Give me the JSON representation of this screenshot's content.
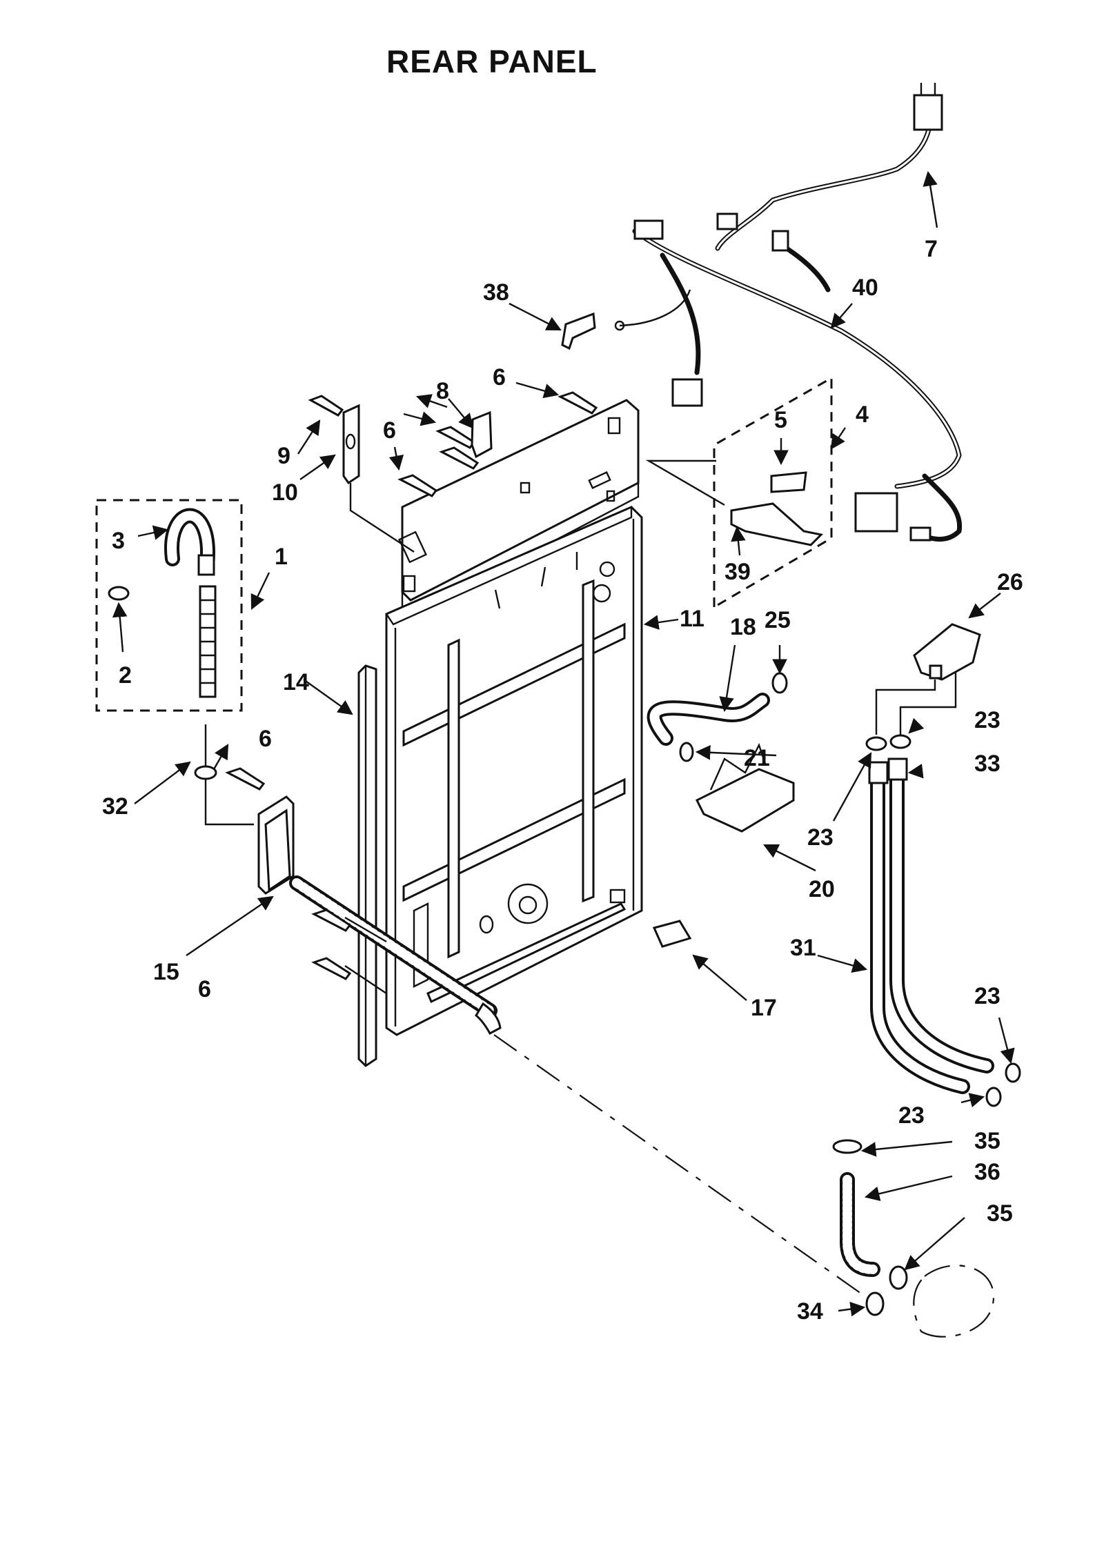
{
  "title": "REAR PANEL",
  "callouts": [
    {
      "id": "c1",
      "label": "1"
    },
    {
      "id": "c2",
      "label": "2"
    },
    {
      "id": "c3",
      "label": "3"
    },
    {
      "id": "c4",
      "label": "4"
    },
    {
      "id": "c5",
      "label": "5"
    },
    {
      "id": "c6a",
      "label": "6"
    },
    {
      "id": "c6b",
      "label": "6"
    },
    {
      "id": "c6c",
      "label": "6"
    },
    {
      "id": "c6d",
      "label": "6"
    },
    {
      "id": "c7",
      "label": "7"
    },
    {
      "id": "c8",
      "label": "8"
    },
    {
      "id": "c9",
      "label": "9"
    },
    {
      "id": "c10",
      "label": "10"
    },
    {
      "id": "c11",
      "label": "11"
    },
    {
      "id": "c14",
      "label": "14"
    },
    {
      "id": "c15",
      "label": "15"
    },
    {
      "id": "c17",
      "label": "17"
    },
    {
      "id": "c18",
      "label": "18"
    },
    {
      "id": "c20",
      "label": "20"
    },
    {
      "id": "c21",
      "label": "21"
    },
    {
      "id": "c23a",
      "label": "23"
    },
    {
      "id": "c23b",
      "label": "23"
    },
    {
      "id": "c23c",
      "label": "23"
    },
    {
      "id": "c23d",
      "label": "23"
    },
    {
      "id": "c25",
      "label": "25"
    },
    {
      "id": "c26",
      "label": "26"
    },
    {
      "id": "c31",
      "label": "31"
    },
    {
      "id": "c32",
      "label": "32"
    },
    {
      "id": "c33",
      "label": "33"
    },
    {
      "id": "c34",
      "label": "34"
    },
    {
      "id": "c35a",
      "label": "35"
    },
    {
      "id": "c35b",
      "label": "35"
    },
    {
      "id": "c36",
      "label": "36"
    },
    {
      "id": "c38",
      "label": "38"
    },
    {
      "id": "c39",
      "label": "39"
    },
    {
      "id": "c40",
      "label": "40"
    }
  ]
}
